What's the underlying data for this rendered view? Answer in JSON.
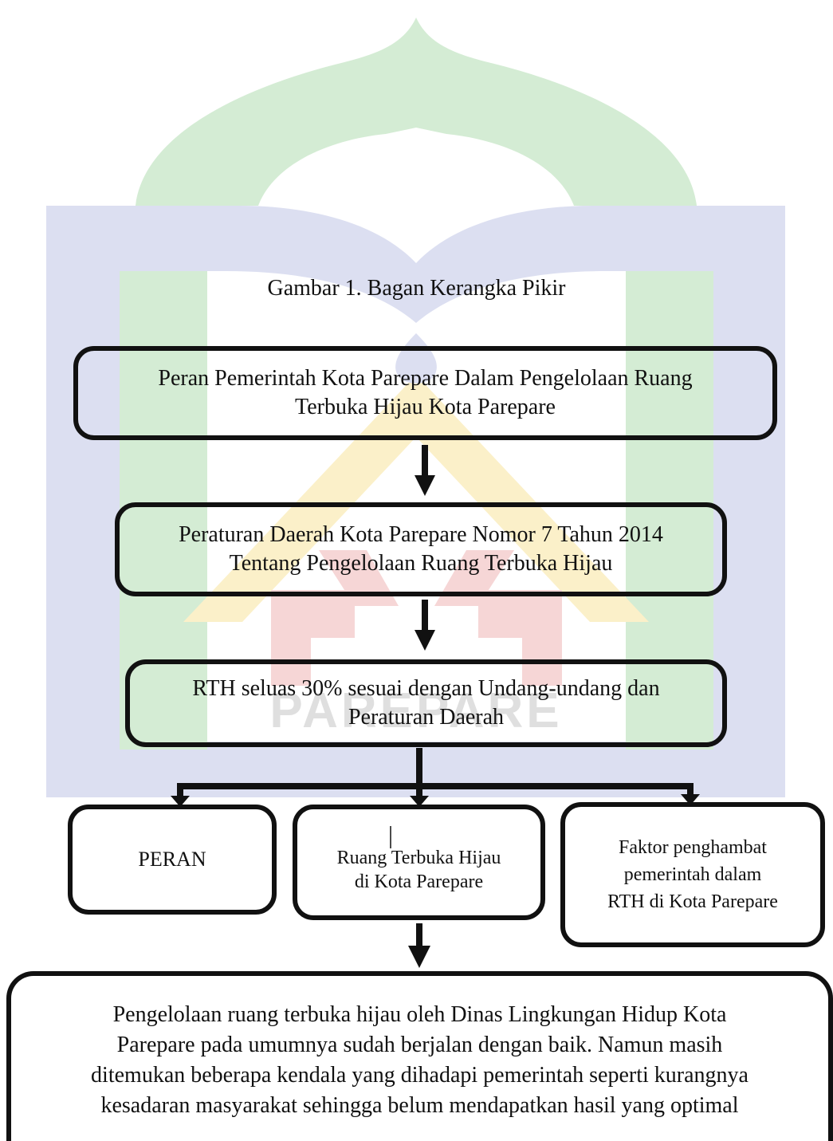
{
  "caption": "Gambar 1. Bagan Kerangka Pikir",
  "boxes": {
    "role": {
      "line1": "Peran Pemerintah Kota Parepare Dalam Pengelolaan Ruang",
      "line2": "Terbuka Hijau Kota Parepare"
    },
    "regulation": {
      "line1": "Peraturan Daerah Kota Parepare Nomor 7 Tahun 2014",
      "line2": "Tentang Pengelolaan Ruang Terbuka Hijau"
    },
    "rth_area": {
      "line1": "RTH seluas 30% sesuai dengan Undang-undang dan",
      "line2": "Peraturan Daerah"
    },
    "peran": {
      "line1": "PERAN"
    },
    "rth_city": {
      "line1": "Ruang Terbuka Hijau",
      "line2": "di Kota Parepare"
    },
    "factors": {
      "line1": "Faktor penghambat",
      "line2": "pemerintah dalam",
      "line3": "RTH di Kota Parepare"
    },
    "conclusion": {
      "line1": "Pengelolaan ruang terbuka hijau oleh Dinas Lingkungan Hidup Kota",
      "line2": "Parepare pada umumnya sudah berjalan dengan baik. Namun masih",
      "line3": "ditemukan beberapa kendala yang dihadapi pemerintah seperti kurangnya",
      "line4": "kesadaran masyarakat sehingga belum mendapatkan hasil yang optimal"
    }
  },
  "watermark": {
    "text": "PAREPARE",
    "colors": {
      "green": "#d4ecd4",
      "blue": "#dcdff1",
      "yellow": "#fbf0c9",
      "red": "#f6d6d6",
      "gray": "#dfdfdf"
    }
  }
}
